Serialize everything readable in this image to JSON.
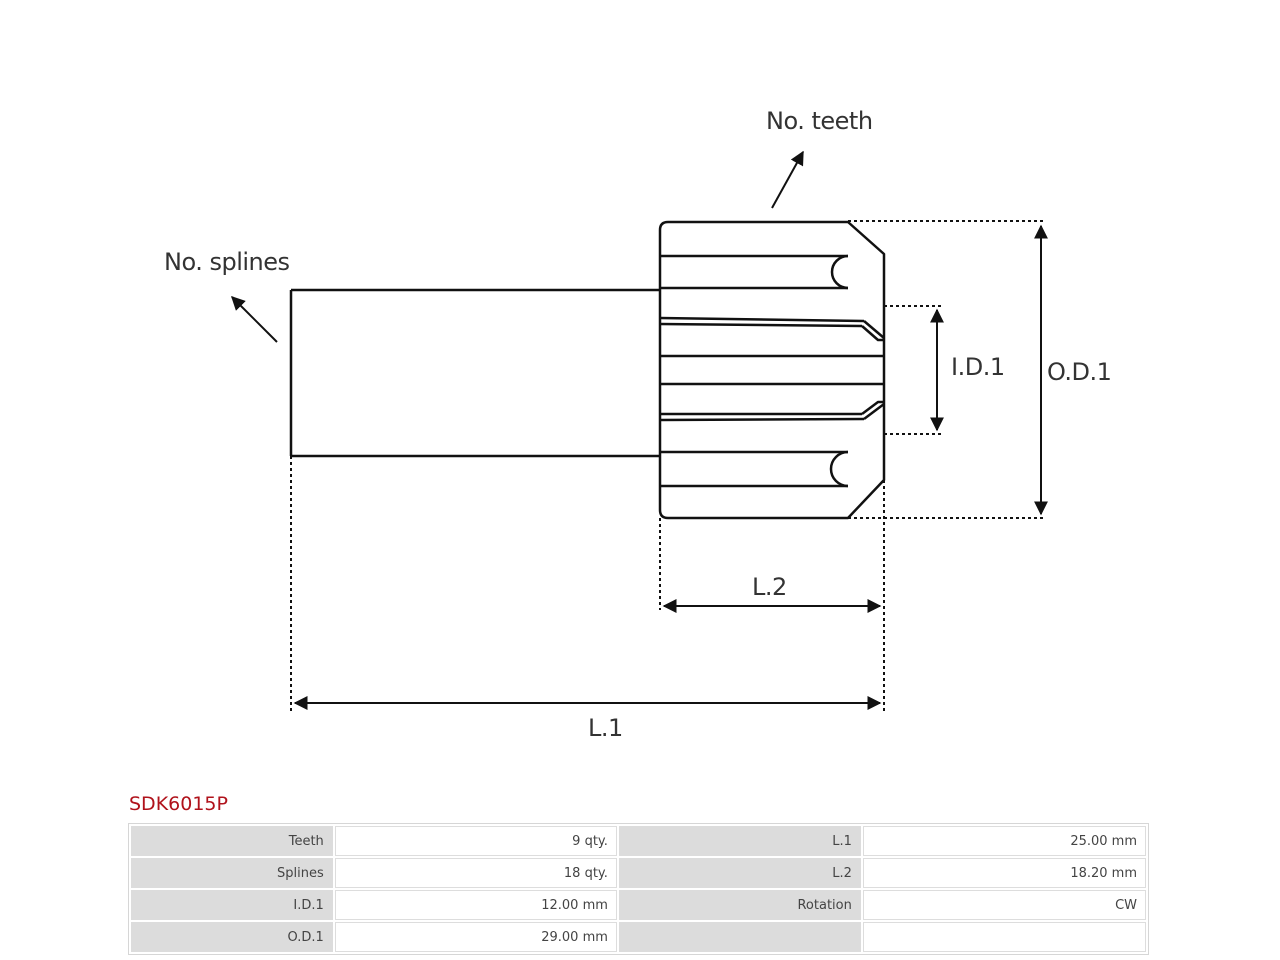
{
  "diagram": {
    "labels": {
      "no_teeth": "No. teeth",
      "no_splines": "No. splines",
      "id1": "I.D.1",
      "od1": "O.D.1",
      "l2": "L.2",
      "l1": "L.1"
    }
  },
  "part": {
    "title": "SDK6015P"
  },
  "specs": {
    "rows": [
      [
        {
          "label": "Teeth",
          "value": "9 qty."
        },
        {
          "label": "L.1",
          "value": "25.00 mm"
        }
      ],
      [
        {
          "label": "Splines",
          "value": "18 qty."
        },
        {
          "label": "L.2",
          "value": "18.20 mm"
        }
      ],
      [
        {
          "label": "I.D.1",
          "value": "12.00 mm"
        },
        {
          "label": "Rotation",
          "value": "CW"
        }
      ],
      [
        {
          "label": "O.D.1",
          "value": "29.00 mm"
        },
        {
          "label": "",
          "value": ""
        }
      ]
    ]
  }
}
